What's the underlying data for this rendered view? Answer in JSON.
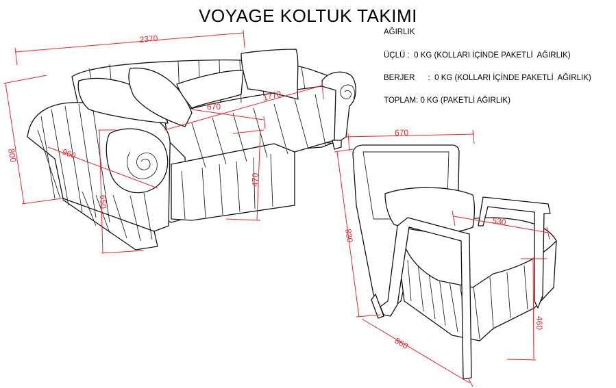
{
  "title": "VOYAGE KOLTUK TAKIMI",
  "weights": {
    "heading": "AĞIRLIK",
    "uclü": "ÜÇLÜ :  0 KG (KOLLARI İÇİNDE PAKETLİ  AĞIRLIK)",
    "berjer": "BERJER      :  0 KG (KOLLARI İÇİNDE PAKETLİ  AĞIRLIK)",
    "toplam": "TOPLAM: 0 KG (PAKETLİ AĞIRLIK)"
  },
  "sofa_dimensions": {
    "width": "2370",
    "depth": "800",
    "seat_depth": "960",
    "seat_width": "1770",
    "cushion_depth": "670",
    "seat_height": "470",
    "arm_height": "650"
  },
  "chair_dimensions": {
    "width": "670",
    "height": "830",
    "depth": "860",
    "seat_depth": "530",
    "seat_height": "460"
  },
  "colors": {
    "dimension": "#e8262a",
    "outline": "#111111"
  }
}
